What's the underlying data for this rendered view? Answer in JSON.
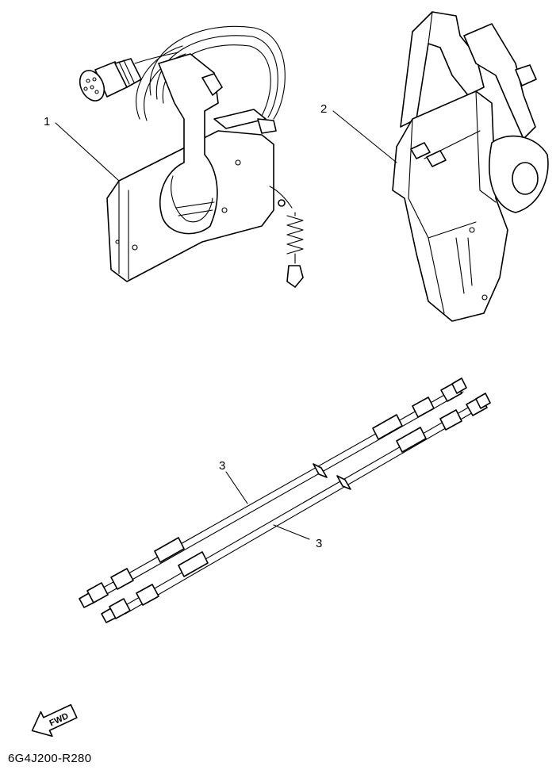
{
  "callouts": [
    {
      "id": "1",
      "label": "1"
    },
    {
      "id": "2",
      "label": "2"
    },
    {
      "id": "3a",
      "label": "3"
    },
    {
      "id": "3b",
      "label": "3"
    }
  ],
  "direction_arrow": {
    "label": "FWD",
    "icon": "fwd-arrow-icon"
  },
  "diagram_code": "6G4J200-R280"
}
